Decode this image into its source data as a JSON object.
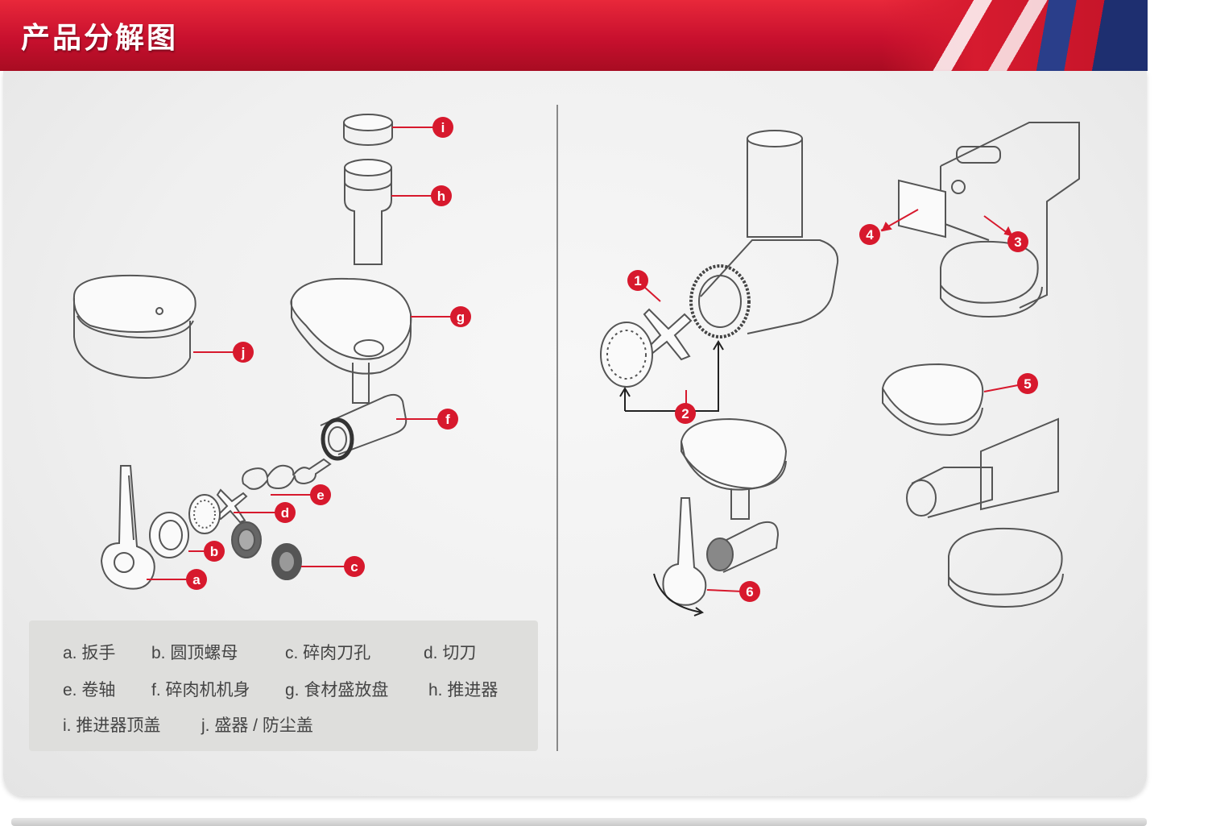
{
  "header": {
    "title": "产品分解图"
  },
  "left_callouts": [
    "i",
    "h",
    "g",
    "j",
    "f",
    "e",
    "d",
    "b",
    "c",
    "a"
  ],
  "right_callouts": [
    "1",
    "2",
    "3",
    "4",
    "5",
    "6"
  ],
  "legend": {
    "items": [
      "a. 扳手",
      "b. 圆顶螺母",
      "c. 碎肉刀孔",
      "d. 切刀",
      "e. 卷轴",
      "f. 碎肉机机身",
      "g. 食材盛放盘",
      "h. 推进器",
      "i. 推进器顶盖",
      "j. 盛器 / 防尘盖"
    ]
  },
  "colors": {
    "brand_red": "#c8102e",
    "callout_red": "#d7192d",
    "line_art": "#555555",
    "legend_bg": "#dededc"
  }
}
